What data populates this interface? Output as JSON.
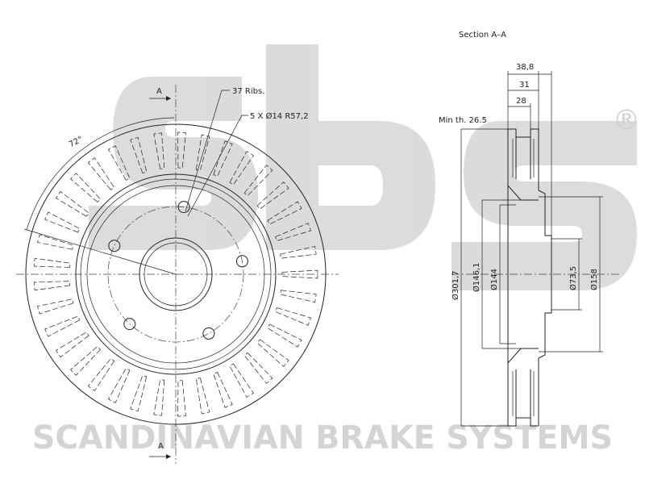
{
  "brand": {
    "tagline": "SCANDINAVIAN BRAKE SYSTEMS",
    "registered_mark": "®",
    "logo": "sbs"
  },
  "front_view": {
    "section_marker": "A",
    "angle_label": "72°",
    "ribs_label": "37 Ribs.",
    "bolt_label": "5 X Ø14 R57,2"
  },
  "section_view": {
    "title": "Section A–A",
    "min_thickness": "Min th. 26.5",
    "widths": [
      "38,8",
      "31",
      "28"
    ],
    "diameters": [
      "Ø301,7",
      "Ø146,1",
      "Ø144",
      "Ø73,5",
      "Ø158"
    ]
  }
}
